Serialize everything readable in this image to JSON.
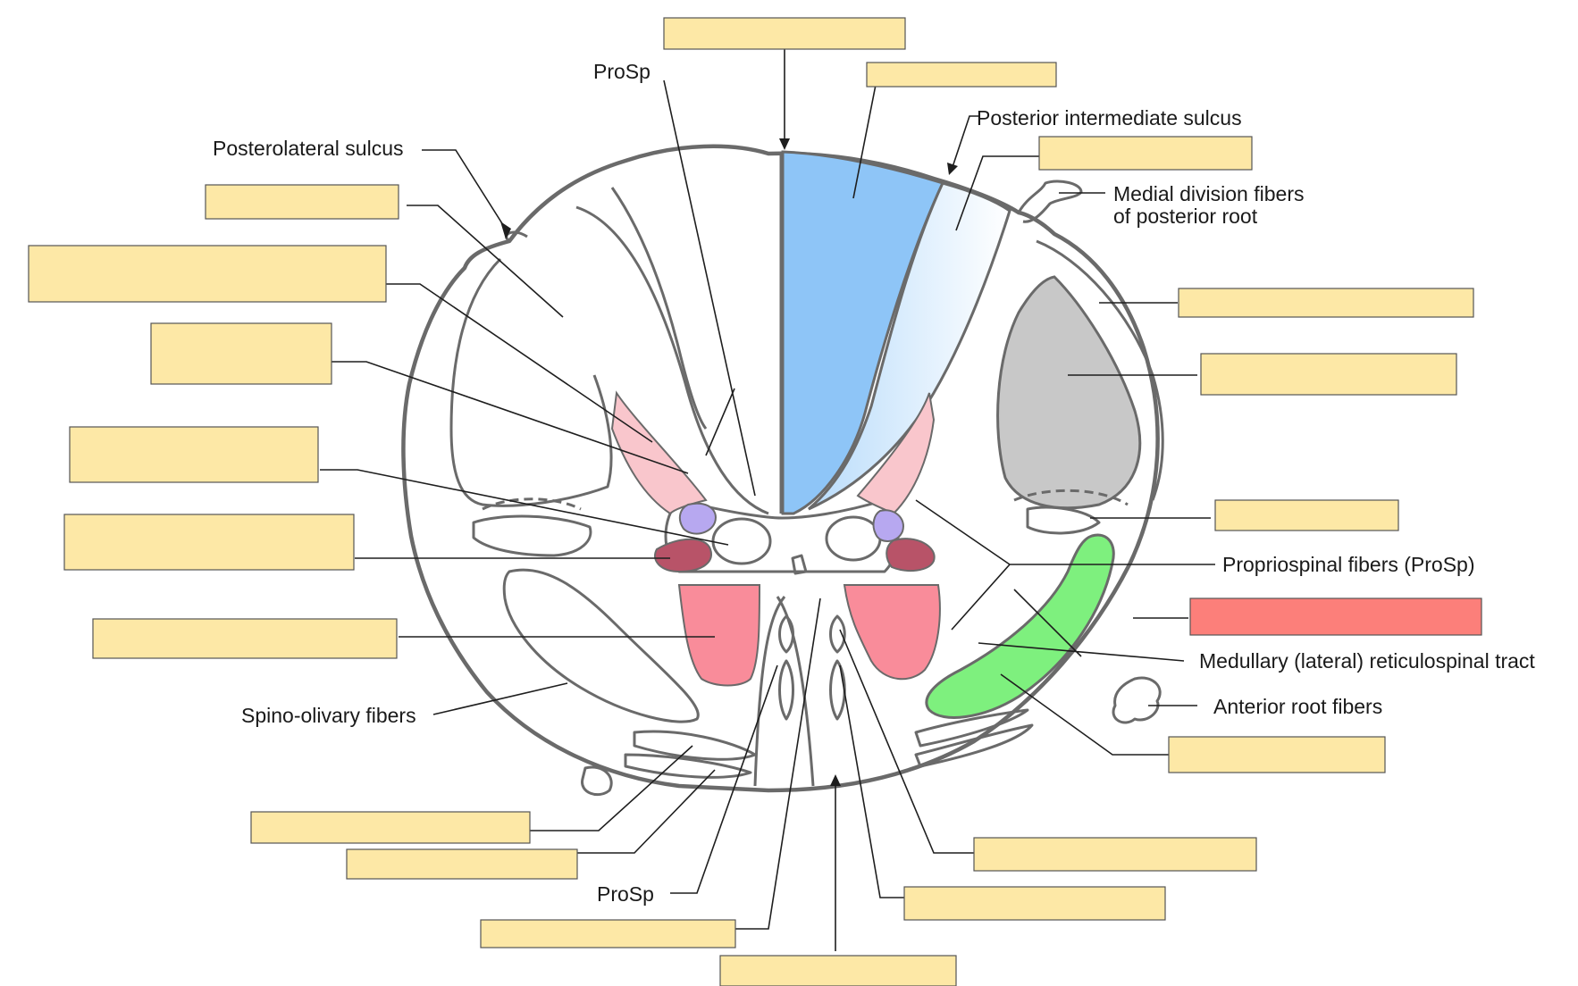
{
  "labels": {
    "prosp_top": "ProSp",
    "posterolateral_sulcus": "Posterolateral sulcus",
    "posterior_intermediate_sulcus": "Posterior intermediate sulcus",
    "medial_division_line1": "Medial division fibers",
    "medial_division_line2": "of posterior root",
    "propriospinal_fibers": "Propriospinal fibers (ProSp)",
    "medullary_reticulospinal": "Medullary (lateral) reticulospinal tract",
    "anterior_root_fibers": "Anterior root fibers",
    "spino_olivary": "Spino-olivary fibers",
    "prosp_bottom": "ProSp"
  },
  "colors": {
    "blank_box": "#fde8a6",
    "highlight_box": "#fc7f7a",
    "fasciculus_gracilis": "#8ec5f7",
    "fasciculus_cuneatus_light": "#dbeeff",
    "lateral_corticospinal": "#c8c8c8",
    "anterior_spinothalamic_green": "#7ef07e",
    "substantia_gelatinosa": "#f9c6cc",
    "nucleus_proprius_purple": "#b7a8f0",
    "intermediolateral_dark": "#b85368",
    "anterior_horn": "#f98c9a",
    "outline": "#6a6a6a"
  },
  "blank_boxes_count": 20
}
